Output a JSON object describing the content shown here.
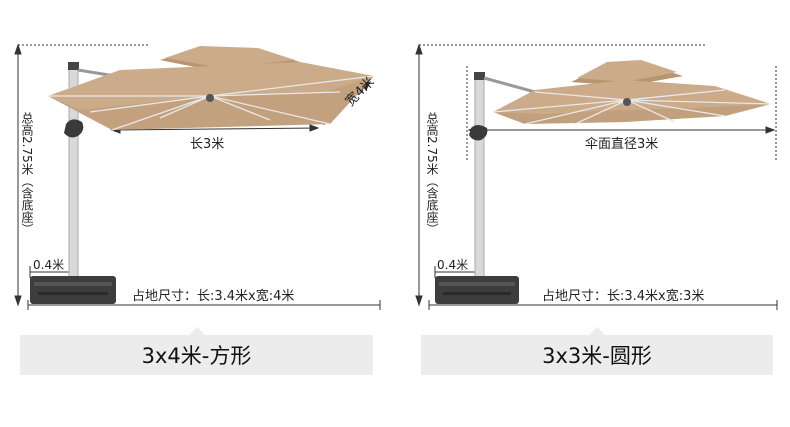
{
  "left": {
    "total_height_label": "总高2.75米（含底座）",
    "length_label": "长3米",
    "width_label": "宽4米",
    "base_offset_label": "0.4米",
    "footprint_label": "占地尺寸：长:3.4米x宽:4米",
    "caption": "3x4米-方形"
  },
  "right": {
    "total_height_label": "总高2.75米（含底座）",
    "diameter_label": "伞面直径3米",
    "base_offset_label": "0.4米",
    "footprint_label": "占地尺寸：长:3.4米x宽:3米",
    "caption": "3x3米-圆形"
  },
  "colors": {
    "canopy": "#ccab8a",
    "canopy_dark": "#b8946f",
    "pole": "#d9d9d9",
    "base": "#3d3d3d",
    "caption_bg": "#ececec"
  }
}
